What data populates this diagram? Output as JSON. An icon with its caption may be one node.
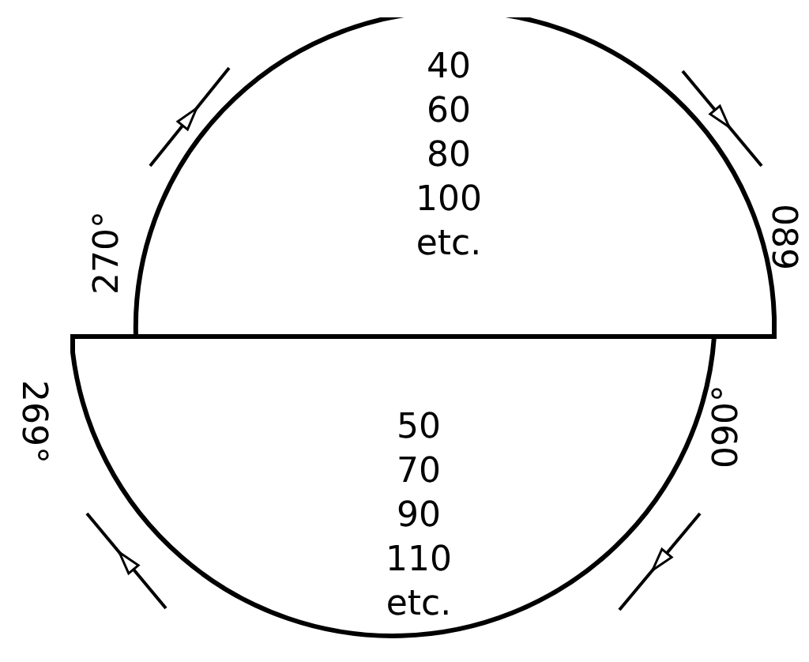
{
  "diagram": {
    "nodes": [
      {
        "text": [
          "40",
          "60",
          "80",
          "100",
          "etc."
        ]
      },
      {
        "text": [
          "50",
          "70",
          "90",
          "110",
          "etc."
        ]
      }
    ],
    "labels": [
      "270°",
      "089",
      "269°",
      "090°"
    ]
  }
}
